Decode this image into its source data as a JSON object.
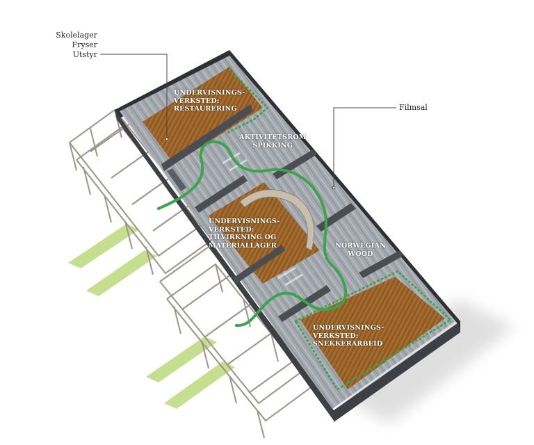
{
  "callouts": {
    "storage": [
      "Skolelager",
      "Fryser",
      "Utstyr"
    ],
    "film": "Filmsal"
  },
  "rooms": {
    "restoration": [
      "UNDERVISNINGS-",
      "VERKSTED:",
      "RESTAURERING"
    ],
    "activity": [
      "AKTIVITETSROM",
      "SPIKKING"
    ],
    "production": [
      "UNDERVISNINGS-",
      "VERKSTED:",
      "TILVIRKNING OG",
      "MATERIALLAGER"
    ],
    "norwegian_wood": [
      "NORWEGIAN",
      "WOOD"
    ],
    "carpentry": [
      "UNDERVISNINGS-",
      "VERKSTED:",
      "SNEKKERARBEID"
    ]
  },
  "colors": {
    "route": "#3aa54a",
    "wood_floor": "#9a6428",
    "facade": "#3f4247",
    "concrete": "#9fa5ab",
    "grass": "#c5df8e"
  }
}
